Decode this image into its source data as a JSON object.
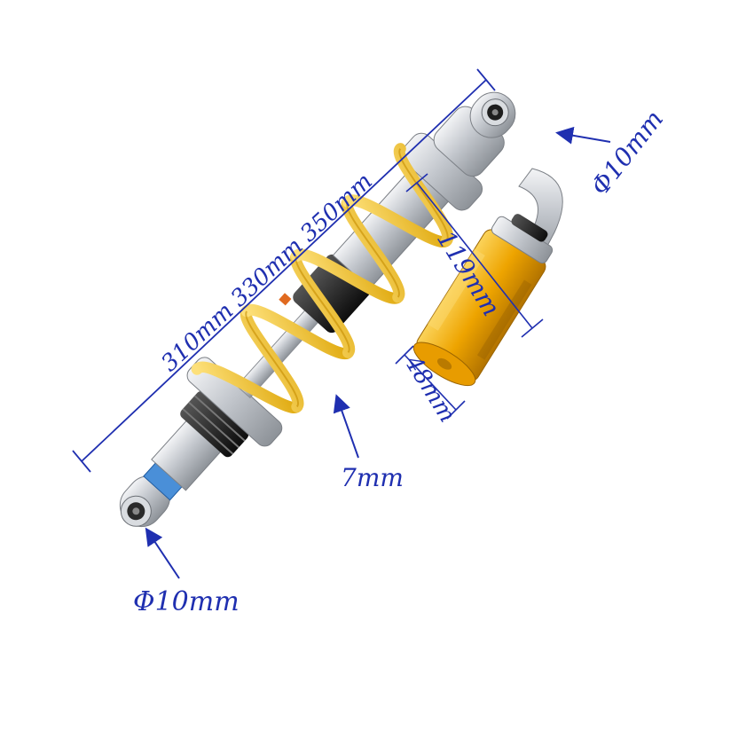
{
  "colors": {
    "annotation": "#1f2fb0",
    "spring": "#f2c21a",
    "reservoir": "#f0a800",
    "metal": "#c9ccd2",
    "nut_blue": "#4a8fd8"
  },
  "annotations": {
    "length_options": "310mm  330mm  350mm",
    "top_eye_diameter": "Φ10mm",
    "bottom_eye_diameter": "Φ10mm",
    "spring_wire": "7mm",
    "reservoir_length": "119mm",
    "reservoir_diameter": "48mm"
  },
  "parts": {
    "top_eye": "top-mount-eye",
    "spring": "coil-spring",
    "reservoir": "gas-reservoir",
    "bottom_eye": "bottom-mount-eye"
  }
}
